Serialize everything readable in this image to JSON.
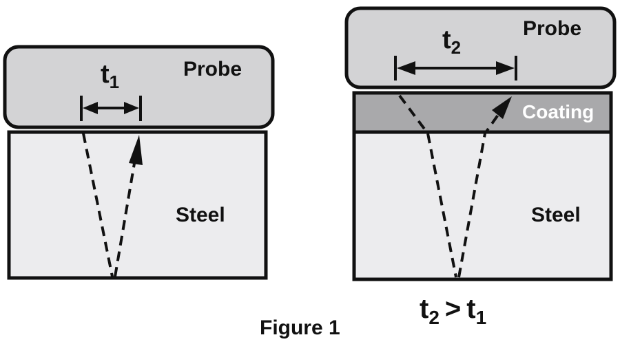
{
  "figure": {
    "caption": "Figure 1",
    "colors": {
      "probe_fill": "#d3d3d5",
      "steel_fill": "#ececee",
      "coating_fill": "#a9a9ab",
      "stroke": "#111111",
      "coating_text": "#ffffff"
    },
    "left_panel": {
      "probe_label": "Probe",
      "material_label": "Steel",
      "time_symbol": "t",
      "time_subscript": "1"
    },
    "right_panel": {
      "probe_label": "Probe",
      "coating_label": "Coating",
      "material_label": "Steel",
      "time_symbol": "t",
      "time_subscript": "2"
    },
    "relation": {
      "left_symbol": "t",
      "left_subscript": "2",
      "operator": ">",
      "right_symbol": "t",
      "right_subscript": "1"
    }
  }
}
